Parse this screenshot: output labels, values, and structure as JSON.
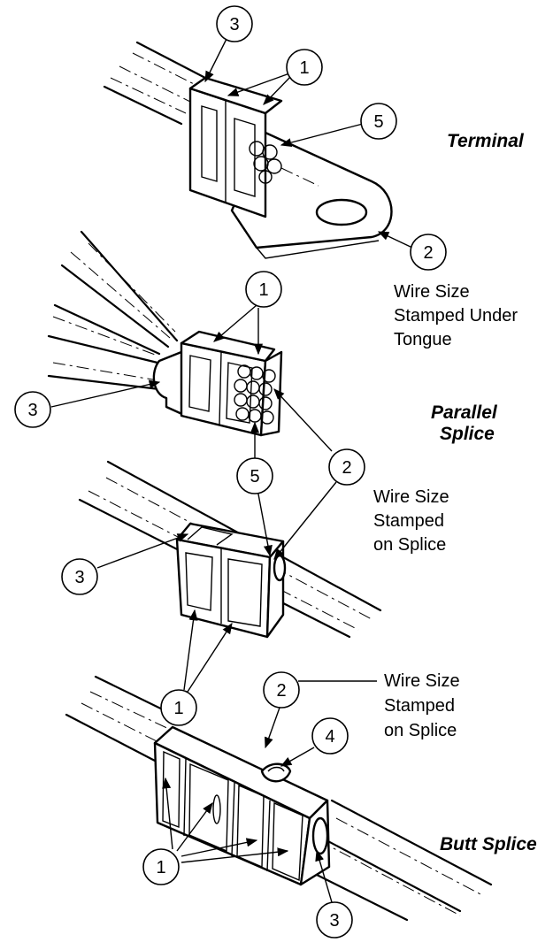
{
  "titles": {
    "terminal": "Terminal",
    "parallel_line1": "Parallel",
    "parallel_line2": "Splice",
    "butt": "Butt Splice"
  },
  "notes": {
    "terminal": [
      "Wire Size",
      "Stamped Under",
      "Tongue"
    ],
    "parallel": [
      "Wire Size",
      "Stamped",
      "on Splice"
    ],
    "butt": [
      "Wire Size",
      "Stamped",
      "on Splice"
    ]
  },
  "callouts": [
    "1",
    "2",
    "3",
    "4",
    "5"
  ]
}
